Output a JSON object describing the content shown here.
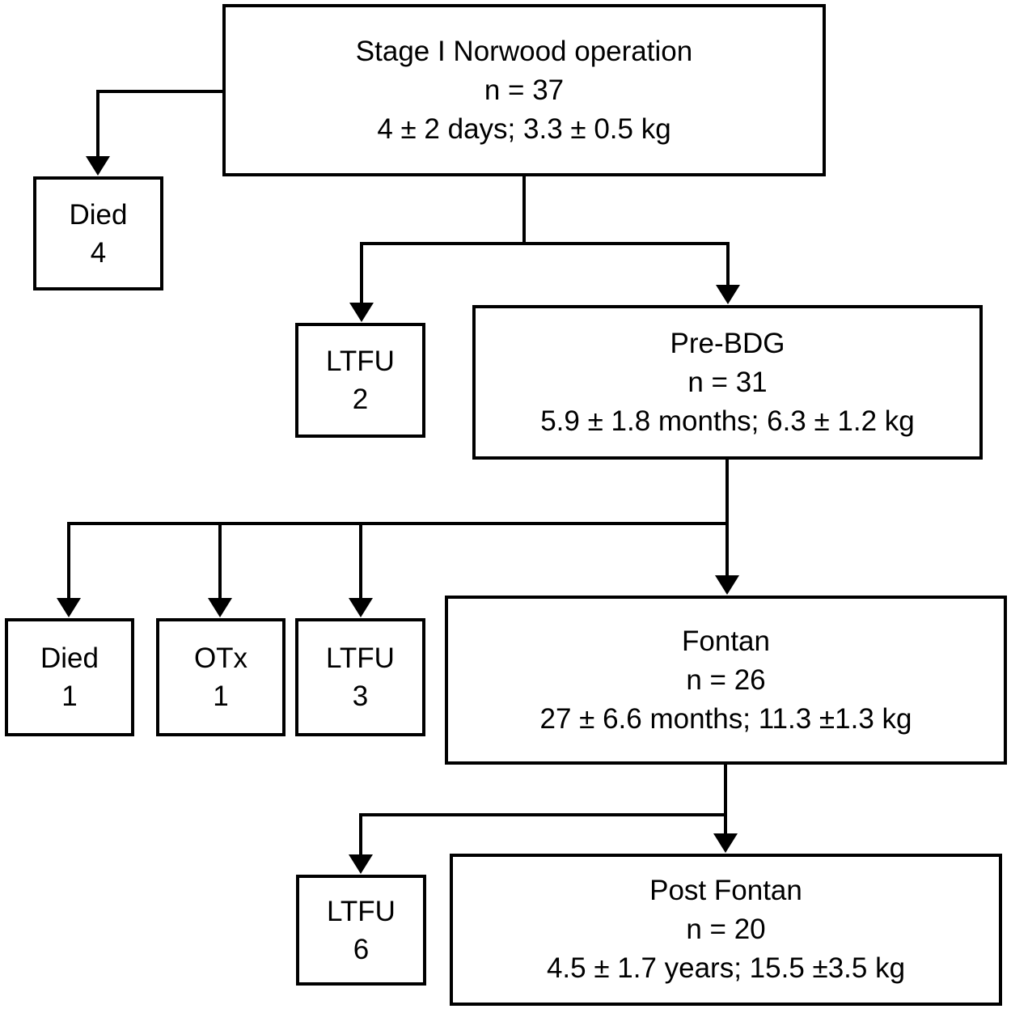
{
  "diagram_type": "study-flowchart",
  "colors": {
    "border": "#000000",
    "background": "#ffffff",
    "text": "#000000",
    "connector": "#000000"
  },
  "nodes": {
    "stage1": {
      "label": "Stage I Norwood operation",
      "n": "n = 37",
      "stats": "4 ± 2 days; 3.3 ± 0.5 kg"
    },
    "died_after_stage1": {
      "label": "Died",
      "count": "4"
    },
    "ltfu_after_stage1": {
      "label": "LTFU",
      "count": "2"
    },
    "prebdg": {
      "label": "Pre-BDG",
      "n": "n = 31",
      "stats": "5.9 ± 1.8 months; 6.3 ± 1.2 kg"
    },
    "died_after_prebdg": {
      "label": "Died",
      "count": "1"
    },
    "otx_after_prebdg": {
      "label": "OTx",
      "count": "1"
    },
    "ltfu_after_prebdg": {
      "label": "LTFU",
      "count": "3"
    },
    "fontan": {
      "label": "Fontan",
      "n": "n = 26",
      "stats": "27 ± 6.6 months; 11.3 ±1.3 kg"
    },
    "ltfu_after_fontan": {
      "label": "LTFU",
      "count": "6"
    },
    "postfontan": {
      "label": "Post Fontan",
      "n": "n = 20",
      "stats": "4.5 ± 1.7 years; 15.5 ±3.5 kg"
    }
  },
  "edges": [
    {
      "from": "stage1",
      "to": "died_after_stage1"
    },
    {
      "from": "stage1",
      "to": "ltfu_after_stage1"
    },
    {
      "from": "stage1",
      "to": "prebdg"
    },
    {
      "from": "prebdg",
      "to": "died_after_prebdg"
    },
    {
      "from": "prebdg",
      "to": "otx_after_prebdg"
    },
    {
      "from": "prebdg",
      "to": "ltfu_after_prebdg"
    },
    {
      "from": "prebdg",
      "to": "fontan"
    },
    {
      "from": "fontan",
      "to": "ltfu_after_fontan"
    },
    {
      "from": "fontan",
      "to": "postfontan"
    }
  ]
}
